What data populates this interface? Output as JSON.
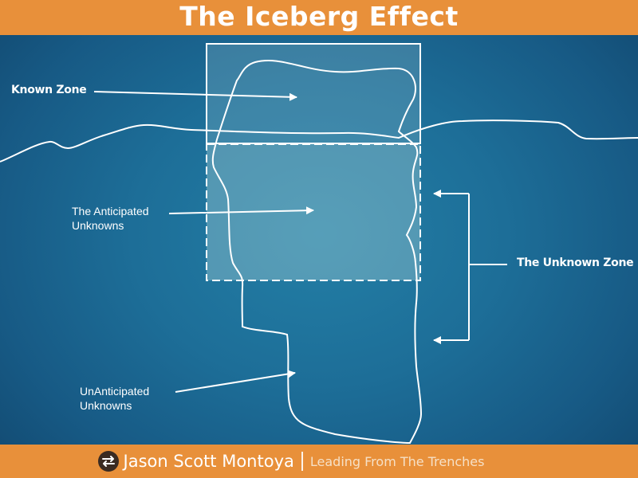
{
  "header": {
    "title": "The Iceberg Effect"
  },
  "diagram": {
    "labels": {
      "known_zone": "Known Zone",
      "anticipated_line1": "The Anticipated",
      "anticipated_line2": "Unknowns",
      "unanticipated_line1": "UnAnticipated",
      "unanticipated_line2": "Unknowns",
      "unknown_zone": "The Unknown Zone"
    },
    "colors": {
      "background": "#1d6e98",
      "banner": "#e8903a",
      "line": "#ffffff"
    }
  },
  "footer": {
    "logo_icon": "swap-arrows-icon",
    "author": "Jason Scott Montoya",
    "tagline": "Leading From The Trenches"
  }
}
